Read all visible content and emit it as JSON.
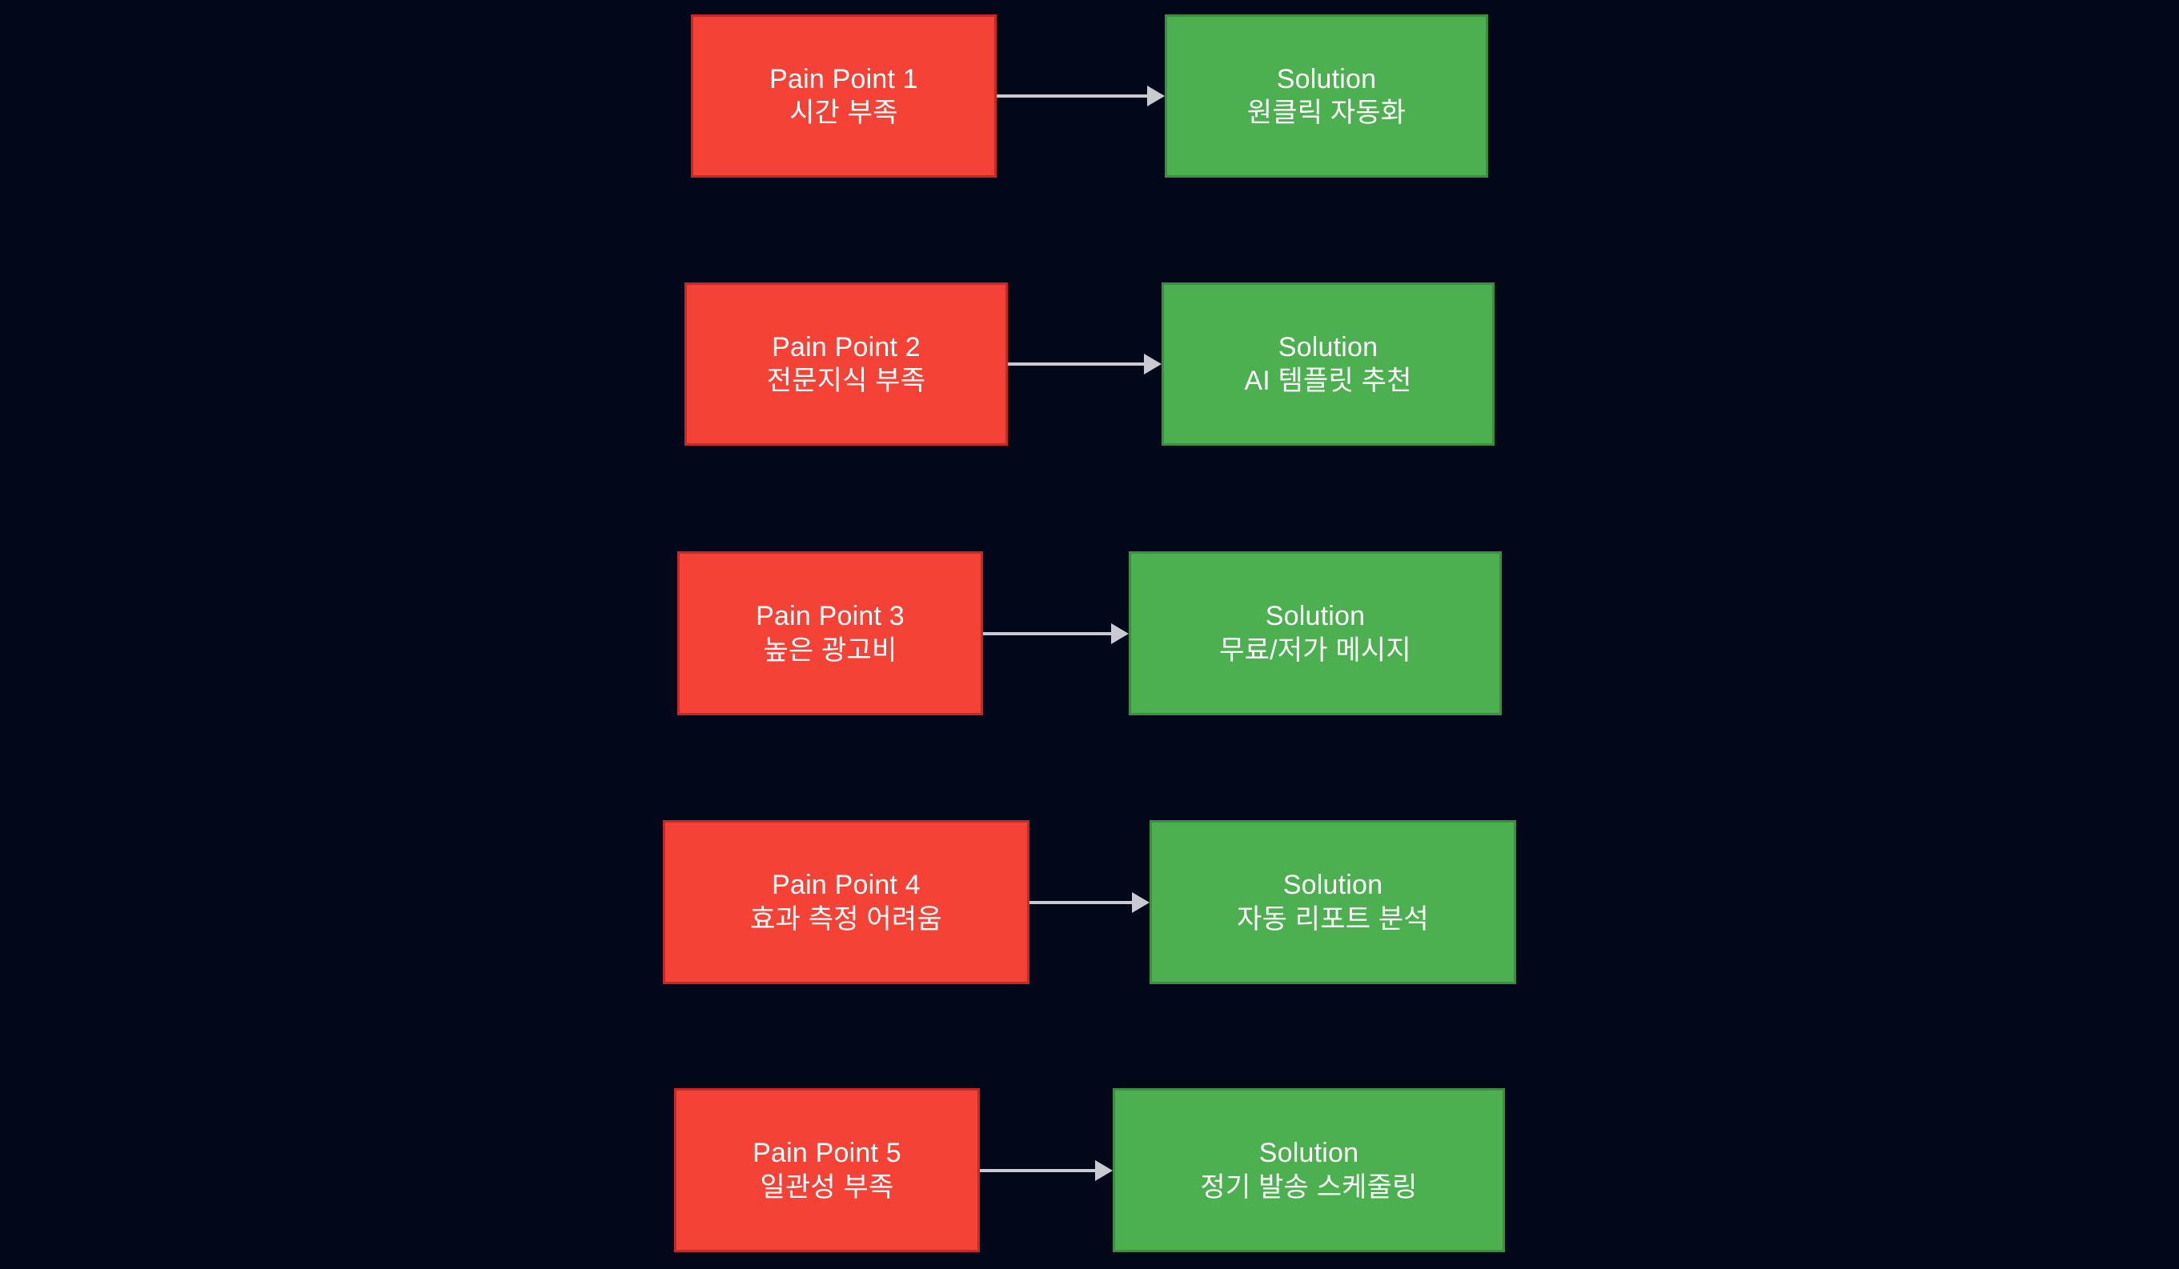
{
  "diagram": {
    "type": "flowchart",
    "title": "",
    "orientation": "left-to-right pairs, stacked rows",
    "background_color": "#03071a",
    "pain_color": "#f44336",
    "pain_border_color": "#c62828",
    "solution_color": "#4caf50",
    "solution_border_color": "#3c8f40",
    "arrow_color": "#c9c9d1",
    "text_color": "#ffffff",
    "rows": [
      {
        "pain": {
          "line1": "Pain Point 1",
          "line2": "시간 부족"
        },
        "solution": {
          "line1": "Solution",
          "line2": "원클릭 자동화"
        }
      },
      {
        "pain": {
          "line1": "Pain Point 2",
          "line2": "전문지식 부족"
        },
        "solution": {
          "line1": "Solution",
          "line2": "AI 템플릿 추천"
        }
      },
      {
        "pain": {
          "line1": "Pain Point 3",
          "line2": "높은 광고비"
        },
        "solution": {
          "line1": "Solution",
          "line2": "무료/저가 메시지"
        }
      },
      {
        "pain": {
          "line1": "Pain Point 4",
          "line2": "효과 측정 어려움"
        },
        "solution": {
          "line1": "Solution",
          "line2": "자동 리포트 분석"
        }
      },
      {
        "pain": {
          "line1": "Pain Point 5",
          "line2": "일관성 부족"
        },
        "solution": {
          "line1": "Solution",
          "line2": "정기 발송 스케줄링"
        }
      }
    ]
  }
}
